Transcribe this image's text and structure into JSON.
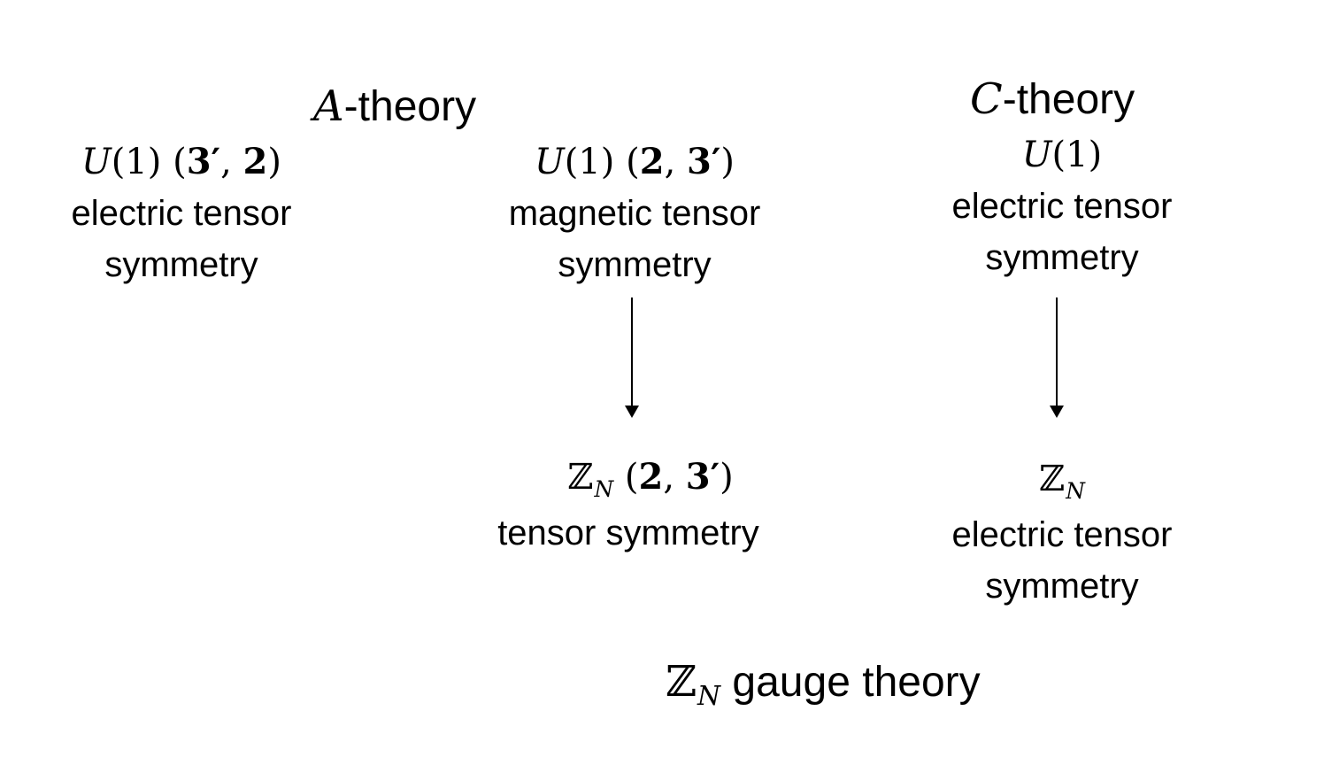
{
  "a_theory": {
    "title_symbol": "A",
    "title_suffix": "-theory",
    "electric": {
      "group": "U",
      "group_arg": "(1)",
      "rep_open": "(",
      "rep_first": "3′",
      "rep_sep": ", ",
      "rep_second": "2",
      "rep_close": ")",
      "line1": "electric tensor",
      "line2": "symmetry"
    },
    "magnetic": {
      "group": "U",
      "group_arg": "(1)",
      "rep_open": "(",
      "rep_first": "2",
      "rep_sep": ", ",
      "rep_second": "3′",
      "rep_close": ")",
      "line1": "magnetic tensor",
      "line2": "symmetry"
    },
    "broken": {
      "group": "ℤ",
      "group_sub": "N",
      "rep_open": "(",
      "rep_first": "2",
      "rep_sep": ", ",
      "rep_second": "3′",
      "rep_close": ")",
      "line1": "tensor symmetry"
    }
  },
  "c_theory": {
    "title_symbol": "C",
    "title_suffix": "-theory",
    "electric": {
      "group": "U",
      "group_arg": "(1)",
      "line1": "electric tensor",
      "line2": "symmetry"
    },
    "broken": {
      "group": "ℤ",
      "group_sub": "N",
      "line1": "electric tensor",
      "line2": "symmetry"
    }
  },
  "footer": {
    "group": "ℤ",
    "group_sub": "N",
    "text": " gauge theory"
  }
}
